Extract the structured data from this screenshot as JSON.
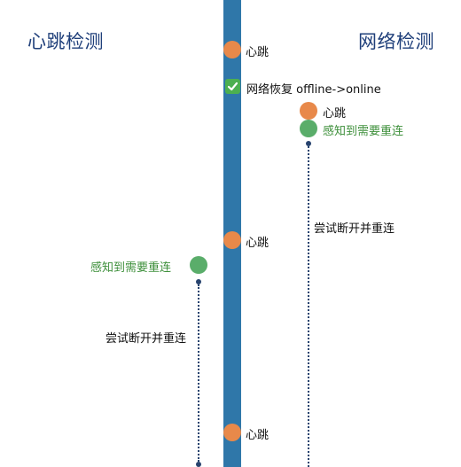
{
  "headings": {
    "heartbeat": "心跳检测",
    "network": "网络检测"
  },
  "events": {
    "beat_1": "心跳",
    "network_restore": "网络恢复 offline->online",
    "beat_2": "心跳",
    "sense_right": "感知到需要重连",
    "retry_right": "尝试断开并重连",
    "beat_3": "心跳",
    "sense_left": "感知到需要重连",
    "retry_left": "尝试断开并重连",
    "beat_4": "心跳"
  },
  "colors": {
    "axis": "#2f77a9",
    "heartbeat_dot": "#e8894a",
    "sense_dot": "#5aad6a",
    "heading": "#1f3f7a",
    "sense_text": "#3d8f3a",
    "dotted_line": "#27436e"
  },
  "icons": {
    "restore": "check-icon"
  }
}
